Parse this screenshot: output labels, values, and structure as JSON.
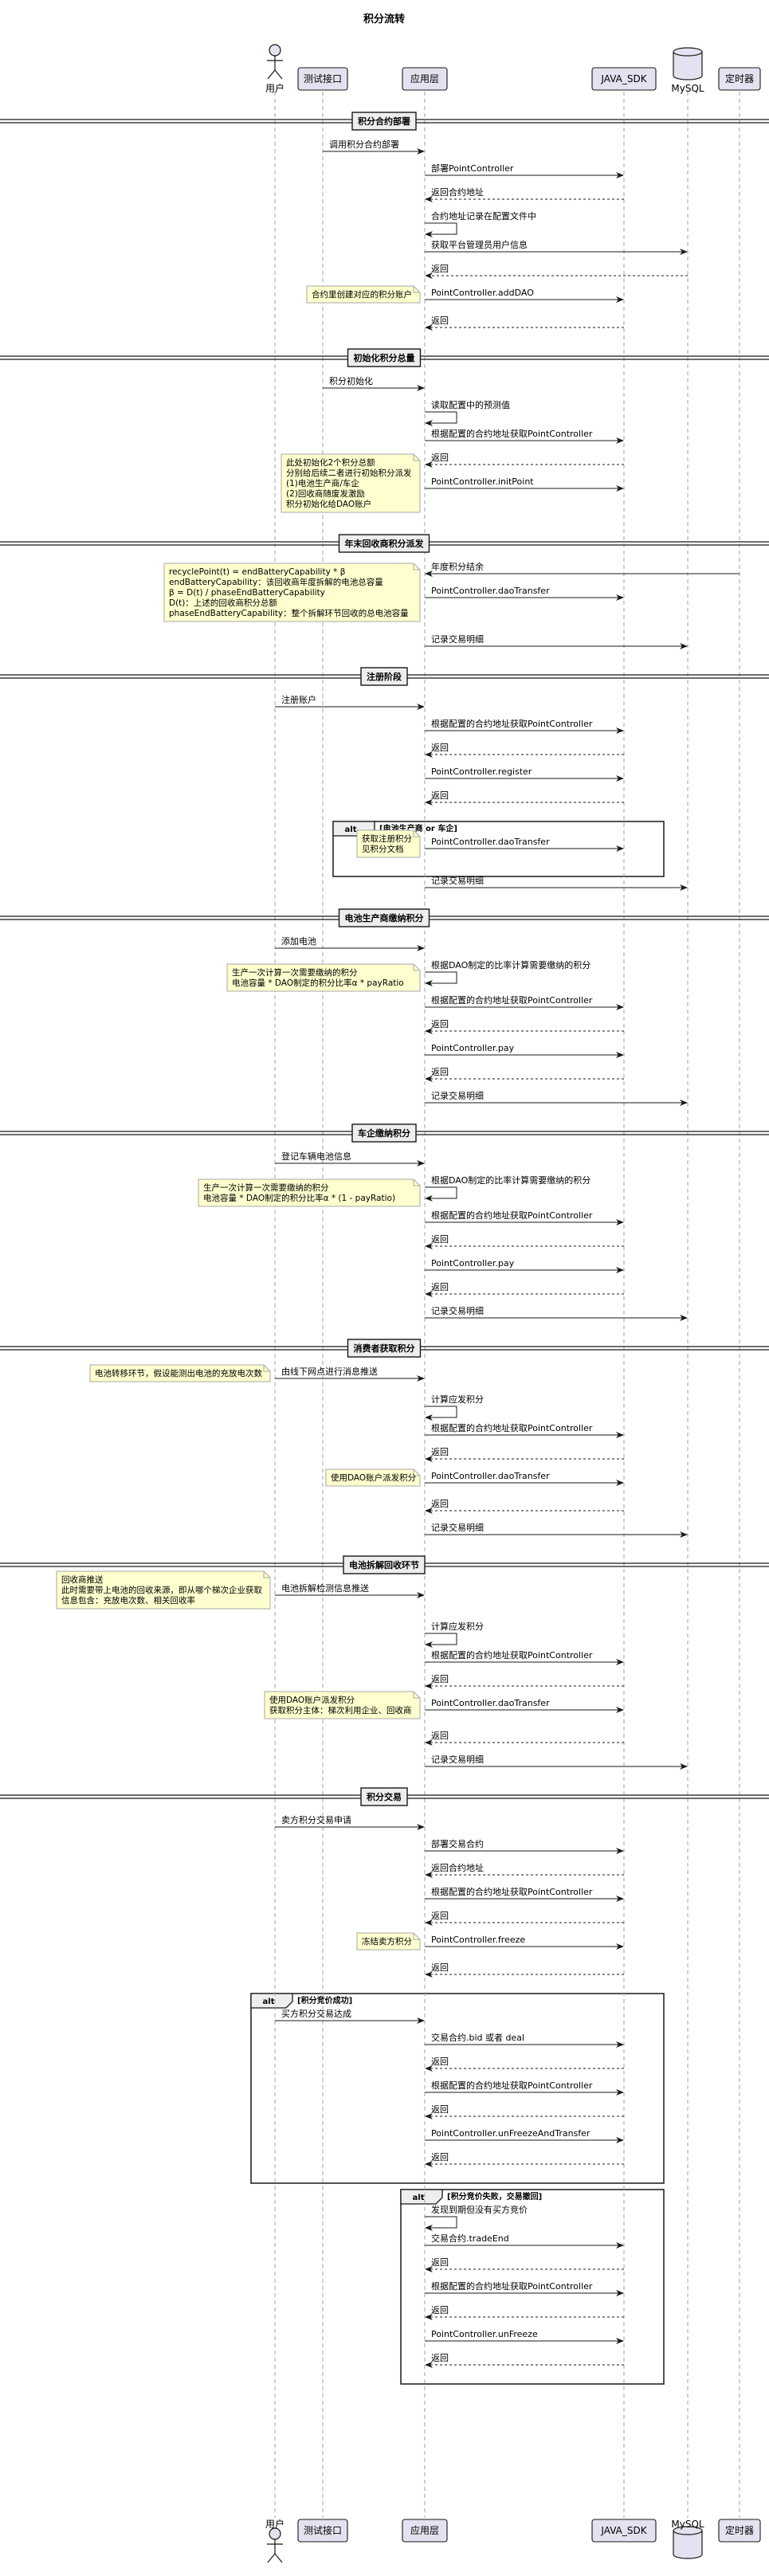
{
  "title": "积分流转",
  "participants": [
    {
      "id": "user",
      "label": "用户",
      "kind": "actor"
    },
    {
      "id": "api",
      "label": "测试接口",
      "kind": "box"
    },
    {
      "id": "app",
      "label": "应用层",
      "kind": "box"
    },
    {
      "id": "sdk",
      "label": "JAVA_SDK",
      "kind": "box"
    },
    {
      "id": "db",
      "label": "MySQL",
      "kind": "database"
    },
    {
      "id": "timer",
      "label": "定时器",
      "kind": "box"
    }
  ],
  "sections": [
    {
      "label": "积分合约部署",
      "events": [
        {
          "t": "msg",
          "from": "api",
          "to": "app",
          "label": "调用积分合约部署"
        },
        {
          "t": "msg",
          "from": "app",
          "to": "sdk",
          "label": "部署PointController"
        },
        {
          "t": "msg",
          "from": "sdk",
          "to": "app",
          "label": "返回合约地址",
          "dashed": true
        },
        {
          "t": "self",
          "on": "app",
          "label": "合约地址记录在配置文件中"
        },
        {
          "t": "msg",
          "from": "app",
          "to": "db",
          "label": "获取平台管理员用户信息"
        },
        {
          "t": "msg",
          "from": "db",
          "to": "app",
          "label": "返回",
          "dashed": true
        },
        {
          "t": "msg",
          "from": "app",
          "to": "sdk",
          "label": "PointController.addDAO",
          "note": [
            "合约里创建对应的积分账户"
          ]
        },
        {
          "t": "msg",
          "from": "sdk",
          "to": "app",
          "label": "返回",
          "dashed": true
        }
      ]
    },
    {
      "label": "初始化积分总量",
      "events": [
        {
          "t": "msg",
          "from": "api",
          "to": "app",
          "label": "积分初始化"
        },
        {
          "t": "self",
          "on": "app",
          "label": "读取配置中的预测值"
        },
        {
          "t": "msg",
          "from": "app",
          "to": "sdk",
          "label": "根据配置的合约地址获取PointController"
        },
        {
          "t": "msg",
          "from": "sdk",
          "to": "app",
          "label": "返回",
          "dashed": true
        },
        {
          "t": "msg",
          "from": "app",
          "to": "sdk",
          "label": "PointController.initPoint",
          "note": [
            "此处初始化2个积分总额",
            "分别给后续二者进行初始积分派发",
            "(1)电池生产商/车企",
            "(2)回收商随废发激励",
            "积分初始化给DAO账户"
          ]
        }
      ]
    },
    {
      "label": "年末回收商积分派发",
      "events": [
        {
          "t": "msg",
          "from": "timer",
          "to": "app",
          "label": "年度积分结余"
        },
        {
          "t": "msg",
          "from": "app",
          "to": "sdk",
          "label": "PointController.daoTransfer",
          "note": [
            "recyclePoint(t) = endBatteryCapability * β",
            "endBatteryCapability：该回收商年度拆解的电池总容量",
            "β = D(t) / phaseEndBatteryCapability",
            "D(t)：上述的回收商积分总额",
            "phaseEndBatteryCapability：整个拆解环节回收的总电池容量"
          ]
        },
        {
          "t": "msg",
          "from": "app",
          "to": "db",
          "label": "记录交易明细"
        }
      ]
    },
    {
      "label": "注册阶段",
      "events": [
        {
          "t": "msg",
          "from": "user",
          "to": "app",
          "label": "注册账户"
        },
        {
          "t": "msg",
          "from": "app",
          "to": "sdk",
          "label": "根据配置的合约地址获取PointController"
        },
        {
          "t": "msg",
          "from": "sdk",
          "to": "app",
          "label": "返回",
          "dashed": true
        },
        {
          "t": "msg",
          "from": "app",
          "to": "sdk",
          "label": "PointController.register"
        },
        {
          "t": "msg",
          "from": "sdk",
          "to": "app",
          "label": "返回",
          "dashed": true
        },
        {
          "t": "alt_start",
          "label": "电池生产商 or 车企",
          "x1": "api",
          "x2": "sdk"
        },
        {
          "t": "msg",
          "from": "app",
          "to": "sdk",
          "label": "PointController.daoTransfer",
          "note": [
            "获取注册积分",
            "见积分文档"
          ]
        },
        {
          "t": "alt_end"
        },
        {
          "t": "msg",
          "from": "app",
          "to": "db",
          "label": "记录交易明细"
        }
      ]
    },
    {
      "label": "电池生产商缴纳积分",
      "events": [
        {
          "t": "msg",
          "from": "user",
          "to": "app",
          "label": "添加电池"
        },
        {
          "t": "self",
          "on": "app",
          "label": "根据DAO制定的比率计算需要缴纳的积分",
          "note": [
            "生产一次计算一次需要缴纳的积分",
            "电池容量 * DAO制定的积分比率α * payRatio"
          ]
        },
        {
          "t": "msg",
          "from": "app",
          "to": "sdk",
          "label": "根据配置的合约地址获取PointController"
        },
        {
          "t": "msg",
          "from": "sdk",
          "to": "app",
          "label": "返回",
          "dashed": true
        },
        {
          "t": "msg",
          "from": "app",
          "to": "sdk",
          "label": "PointController.pay"
        },
        {
          "t": "msg",
          "from": "sdk",
          "to": "app",
          "label": "返回",
          "dashed": true
        },
        {
          "t": "msg",
          "from": "app",
          "to": "db",
          "label": "记录交易明细"
        }
      ]
    },
    {
      "label": "车企缴纳积分",
      "events": [
        {
          "t": "msg",
          "from": "user",
          "to": "app",
          "label": "登记车辆电池信息"
        },
        {
          "t": "self",
          "on": "app",
          "label": "根据DAO制定的比率计算需要缴纳的积分",
          "note": [
            "生产一次计算一次需要缴纳的积分",
            "电池容量 * DAO制定的积分比率α * (1 - payRatio)"
          ]
        },
        {
          "t": "msg",
          "from": "app",
          "to": "sdk",
          "label": "根据配置的合约地址获取PointController"
        },
        {
          "t": "msg",
          "from": "sdk",
          "to": "app",
          "label": "返回",
          "dashed": true
        },
        {
          "t": "msg",
          "from": "app",
          "to": "sdk",
          "label": "PointController.pay"
        },
        {
          "t": "msg",
          "from": "sdk",
          "to": "app",
          "label": "返回",
          "dashed": true
        },
        {
          "t": "msg",
          "from": "app",
          "to": "db",
          "label": "记录交易明细"
        }
      ]
    },
    {
      "label": "消费者获取积分",
      "events": [
        {
          "t": "msg",
          "from": "user",
          "to": "app",
          "label": "由线下网点进行消息推送",
          "note": [
            "电池转移环节，假设能测出电池的充放电次数"
          ],
          "noteAt": "user"
        },
        {
          "t": "self",
          "on": "app",
          "label": "计算应发积分"
        },
        {
          "t": "msg",
          "from": "app",
          "to": "sdk",
          "label": "根据配置的合约地址获取PointController"
        },
        {
          "t": "msg",
          "from": "sdk",
          "to": "app",
          "label": "返回",
          "dashed": true
        },
        {
          "t": "msg",
          "from": "app",
          "to": "sdk",
          "label": "PointController.daoTransfer",
          "note": [
            "使用DAO账户派发积分"
          ]
        },
        {
          "t": "msg",
          "from": "sdk",
          "to": "app",
          "label": "返回",
          "dashed": true
        },
        {
          "t": "msg",
          "from": "app",
          "to": "db",
          "label": "记录交易明细"
        }
      ]
    },
    {
      "label": "电池拆解回收环节",
      "events": [
        {
          "t": "msg",
          "from": "user",
          "to": "app",
          "label": "电池拆解检测信息推送",
          "note": [
            "回收商推送",
            "此时需要带上电池的回收来源，即从哪个梯次企业获取",
            "信息包含：充放电次数、相关回收率"
          ],
          "noteAt": "user"
        },
        {
          "t": "self",
          "on": "app",
          "label": "计算应发积分"
        },
        {
          "t": "msg",
          "from": "app",
          "to": "sdk",
          "label": "根据配置的合约地址获取PointController"
        },
        {
          "t": "msg",
          "from": "sdk",
          "to": "app",
          "label": "返回",
          "dashed": true
        },
        {
          "t": "msg",
          "from": "app",
          "to": "sdk",
          "label": "PointController.daoTransfer",
          "note": [
            "使用DAO账户派发积分",
            "获取积分主体：梯次利用企业、回收商"
          ]
        },
        {
          "t": "msg",
          "from": "sdk",
          "to": "app",
          "label": "返回",
          "dashed": true
        },
        {
          "t": "msg",
          "from": "app",
          "to": "db",
          "label": "记录交易明细"
        }
      ]
    },
    {
      "label": "积分交易",
      "events": [
        {
          "t": "msg",
          "from": "user",
          "to": "app",
          "label": "卖方积分交易申请"
        },
        {
          "t": "msg",
          "from": "app",
          "to": "sdk",
          "label": "部署交易合约"
        },
        {
          "t": "msg",
          "from": "sdk",
          "to": "app",
          "label": "返回合约地址",
          "dashed": true
        },
        {
          "t": "msg",
          "from": "app",
          "to": "sdk",
          "label": "根据配置的合约地址获取PointController"
        },
        {
          "t": "msg",
          "from": "sdk",
          "to": "app",
          "label": "返回",
          "dashed": true
        },
        {
          "t": "msg",
          "from": "app",
          "to": "sdk",
          "label": "PointController.freeze",
          "note": [
            "冻结卖方积分"
          ]
        },
        {
          "t": "msg",
          "from": "sdk",
          "to": "app",
          "label": "返回",
          "dashed": true
        },
        {
          "t": "alt_start",
          "label": "积分竞价成功",
          "x1": "user",
          "x2": "sdk"
        },
        {
          "t": "msg",
          "from": "user",
          "to": "app",
          "label": "买方积分交易达成"
        },
        {
          "t": "msg",
          "from": "app",
          "to": "sdk",
          "label": "交易合约.bid 或者 deal"
        },
        {
          "t": "msg",
          "from": "sdk",
          "to": "app",
          "label": "返回",
          "dashed": true
        },
        {
          "t": "msg",
          "from": "app",
          "to": "sdk",
          "label": "根据配置的合约地址获取PointController"
        },
        {
          "t": "msg",
          "from": "sdk",
          "to": "app",
          "label": "返回",
          "dashed": true
        },
        {
          "t": "msg",
          "from": "app",
          "to": "sdk",
          "label": "PointController.unFreezeAndTransfer"
        },
        {
          "t": "msg",
          "from": "sdk",
          "to": "app",
          "label": "返回",
          "dashed": true
        },
        {
          "t": "alt_end"
        },
        {
          "t": "alt_start",
          "label": "积分竞价失败，交易撤回",
          "x1": "app",
          "x2": "sdk"
        },
        {
          "t": "self",
          "on": "app",
          "label": "发现到期但没有买方竞价"
        },
        {
          "t": "msg",
          "from": "app",
          "to": "sdk",
          "label": "交易合约.tradeEnd"
        },
        {
          "t": "msg",
          "from": "sdk",
          "to": "app",
          "label": "返回",
          "dashed": true
        },
        {
          "t": "msg",
          "from": "app",
          "to": "sdk",
          "label": "根据配置的合约地址获取PointController"
        },
        {
          "t": "msg",
          "from": "sdk",
          "to": "app",
          "label": "返回",
          "dashed": true
        },
        {
          "t": "msg",
          "from": "app",
          "to": "sdk",
          "label": "PointController.unFreeze"
        },
        {
          "t": "msg",
          "from": "sdk",
          "to": "app",
          "label": "返回",
          "dashed": true
        },
        {
          "t": "alt_end"
        }
      ]
    }
  ],
  "alt_keyword": "alt",
  "colors": {
    "box_fill": "#e2e2f0",
    "box_stroke": "#181818",
    "note_fill": "#fefece",
    "note_stroke": "#a8a8a8",
    "line": "#181818",
    "lifeline": "#a0a0a0"
  }
}
